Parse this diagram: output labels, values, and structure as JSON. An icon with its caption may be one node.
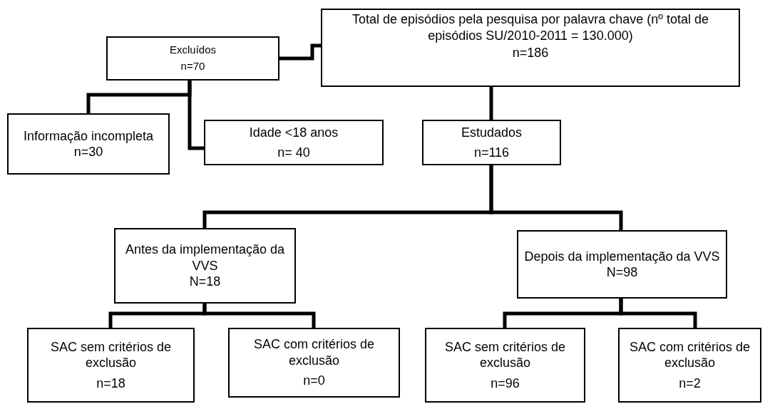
{
  "diagram": {
    "nodes": [
      {
        "text": [
          "Total de episódios pela pesquisa por palavra chave (nº total de episódios SU/2010-2011 = 130.000)",
          "n=186"
        ]
      },
      {
        "text": [
          "Excluídos",
          "n=70"
        ]
      },
      {
        "text": [
          "Informação incompleta",
          "n=30"
        ]
      },
      {
        "text": [
          "Idade <18 anos",
          "n= 40"
        ]
      },
      {
        "text": [
          "Estudados",
          "n=116"
        ]
      },
      {
        "text": [
          "Antes da implementação da VVS",
          "N=18"
        ]
      },
      {
        "text": [
          "Depois da implementação da VVS",
          "N=98"
        ]
      },
      {
        "text": [
          "SAC sem critérios de exclusão",
          "n=18"
        ]
      },
      {
        "text": [
          "SAC com critérios de exclusão",
          "n=0"
        ]
      },
      {
        "text": [
          "SAC sem critérios de exclusão",
          "n=96"
        ]
      },
      {
        "text": [
          "SAC com critérios de exclusão",
          "n=2"
        ]
      }
    ],
    "edges": [
      {
        "from": 0,
        "to": 1,
        "arrow": "none"
      },
      {
        "from": 1,
        "to": 2,
        "arrow": "none"
      },
      {
        "from": 1,
        "to": 3,
        "arrow": "none"
      },
      {
        "from": 0,
        "to": 4,
        "arrow": "none"
      },
      {
        "from": 4,
        "to": 5,
        "arrow": "none"
      },
      {
        "from": 4,
        "to": 6,
        "arrow": "none"
      },
      {
        "from": 5,
        "to": 7,
        "arrow": "none"
      },
      {
        "from": 5,
        "to": 8,
        "arrow": "none"
      },
      {
        "from": 6,
        "to": 9,
        "arrow": "none"
      },
      {
        "from": 6,
        "to": 10,
        "arrow": "none"
      }
    ]
  }
}
